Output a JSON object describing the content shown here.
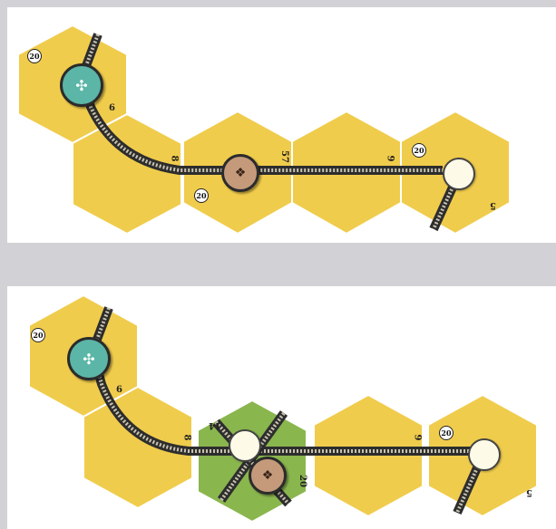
{
  "top_map": {
    "hex_labels": [
      "20",
      "6",
      "8",
      "57",
      "9",
      "20",
      "5"
    ],
    "station_token_icon": "ornate-monogram-icon",
    "company_token_icon": "crest-icon"
  },
  "bottom_map": {
    "hex_labels": [
      "20",
      "6",
      "8",
      "14",
      "20",
      "9",
      "20",
      "5"
    ],
    "station_token_icon": "ornate-monogram-icon",
    "company_token_icon": "crest-icon"
  },
  "colors": {
    "yellow_hex": "#f0cc4c",
    "green_hex": "#8ab64e",
    "city_token": "#5bb6a7",
    "company_token": "#c49a7a"
  }
}
